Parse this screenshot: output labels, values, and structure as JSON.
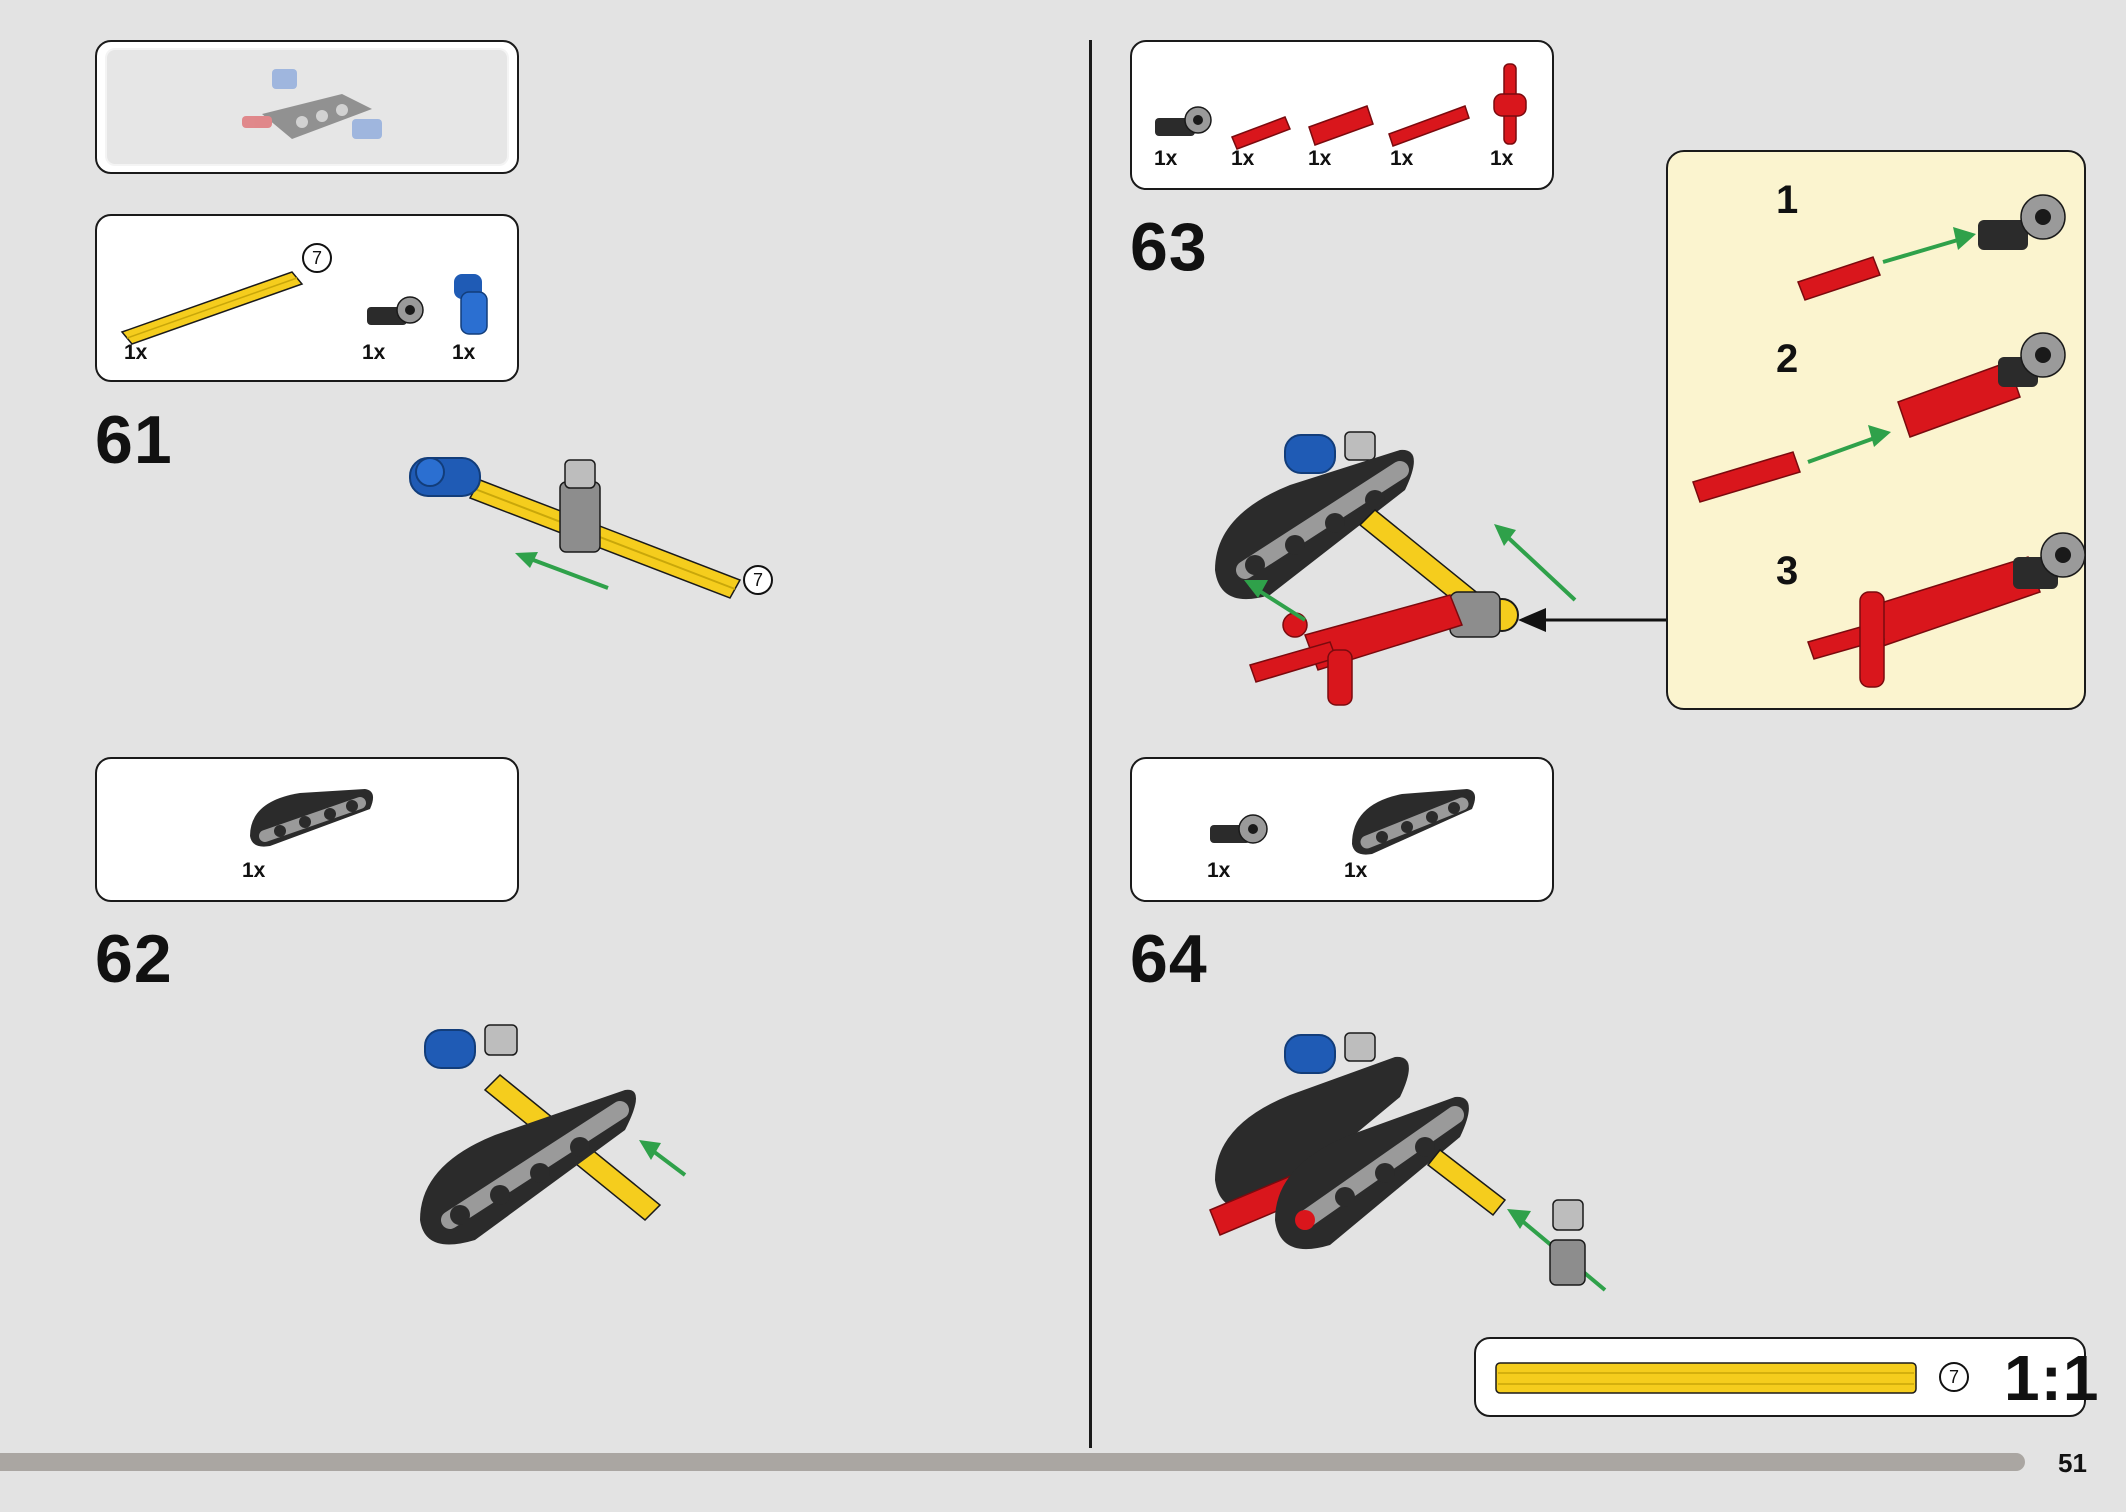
{
  "page_number": "51",
  "steps": [
    {
      "number": "61",
      "parts": [
        {
          "qty": "1x",
          "part": "yellow-axle",
          "length": "7"
        },
        {
          "qty": "1x",
          "part": "grey-connector"
        },
        {
          "qty": "1x",
          "part": "blue-pin-connector"
        }
      ],
      "assembly_length": "7"
    },
    {
      "number": "62",
      "parts": [
        {
          "qty": "1x",
          "part": "black-curved-beam"
        }
      ]
    },
    {
      "number": "63",
      "parts": [
        {
          "qty": "1x",
          "part": "grey-connector"
        },
        {
          "qty": "1x",
          "part": "red-short-pin"
        },
        {
          "qty": "1x",
          "part": "red-axle-connector"
        },
        {
          "qty": "1x",
          "part": "red-long-pin"
        },
        {
          "qty": "1x",
          "part": "red-cross-connector"
        }
      ],
      "substeps": [
        "1",
        "2",
        "3"
      ]
    },
    {
      "number": "64",
      "parts": [
        {
          "qty": "1x",
          "part": "grey-connector"
        },
        {
          "qty": "1x",
          "part": "black-curved-beam"
        }
      ]
    }
  ],
  "scale_reference": {
    "length": "7",
    "scale": "1:1"
  },
  "colors": {
    "yellow": "#f5cd1d",
    "blue": "#1f5bb5",
    "red": "#d9161c",
    "black": "#2b2b2b",
    "grey": "#8d8d8d",
    "green_arrow": "#2fa14a",
    "callout_bg": "#fbf4cf",
    "page_bg": "#e3e3e3"
  }
}
